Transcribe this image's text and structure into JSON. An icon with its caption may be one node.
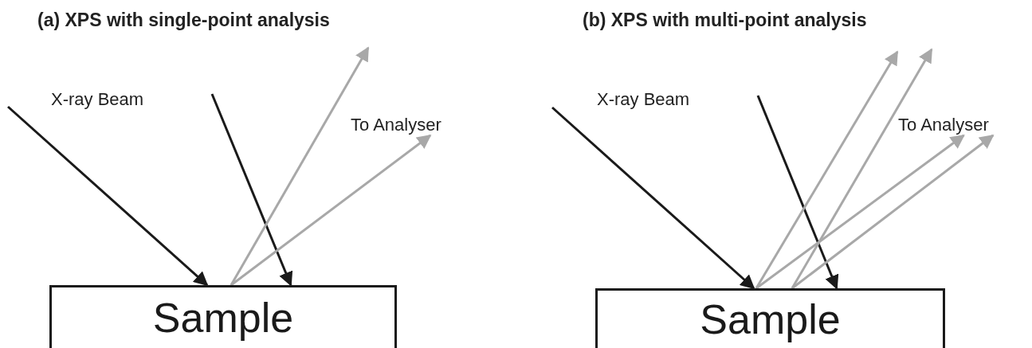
{
  "diagram": {
    "nodes": [
      {
        "text": [
          "Sample"
        ]
      },
      {
        "text": [
          "Sample"
        ]
      },
      {
        "text": [
          "To Analyser"
        ]
      },
      {
        "text": [
          "To Analyser"
        ]
      }
    ],
    "edges": [
      {
        "from": null,
        "to": 0,
        "arrow": "to",
        "color": "#1a1a1a"
      },
      {
        "from": null,
        "to": 0,
        "arrow": "to",
        "color": "#1a1a1a"
      },
      {
        "from": 0,
        "to": null,
        "arrow": "to"
      },
      {
        "from": 0,
        "to": 2,
        "arrow": "to"
      },
      {
        "from": null,
        "to": 1,
        "arrow": "to",
        "color": "#1a1a1a"
      },
      {
        "from": null,
        "to": 1,
        "arrow": "to",
        "color": "#1a1a1a"
      },
      {
        "from": 1,
        "to": null,
        "arrow": "to"
      },
      {
        "from": 1,
        "to": null,
        "arrow": "to"
      },
      {
        "from": 1,
        "to": 3,
        "arrow": "to"
      },
      {
        "from": 1,
        "to": 3,
        "arrow": "to"
      }
    ],
    "labels": [
      "(a) XPS with single-point analysis",
      "X-ray Beam",
      "(b) XPS with multi-point analysis",
      "X-ray Beam"
    ]
  }
}
